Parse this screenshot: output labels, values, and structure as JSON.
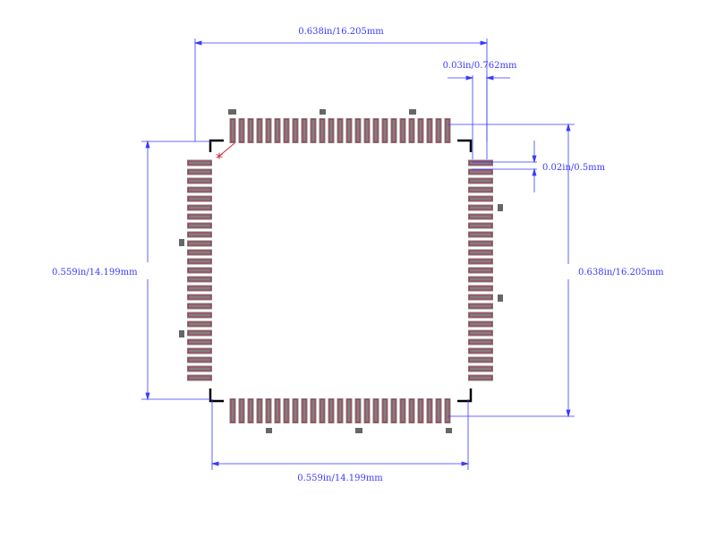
{
  "dimensions": {
    "top_width": "0.638in/16.205mm",
    "pad_width": "0.03in/0.762mm",
    "pitch": "0.02in/0.5mm",
    "left_height": "0.559in/14.199mm",
    "right_height": "0.638in/16.205mm",
    "bottom_width": "0.559in/14.199mm"
  },
  "footprint": {
    "pins_per_side": 25,
    "pin1_marker": "*"
  },
  "colors": {
    "dimension": "#3a3aff",
    "pad_fill": "#808080",
    "pad_outline": "#b03050",
    "body_outline": "#000000",
    "pin1_marker": "#cc2233",
    "background": "#ffffff"
  }
}
